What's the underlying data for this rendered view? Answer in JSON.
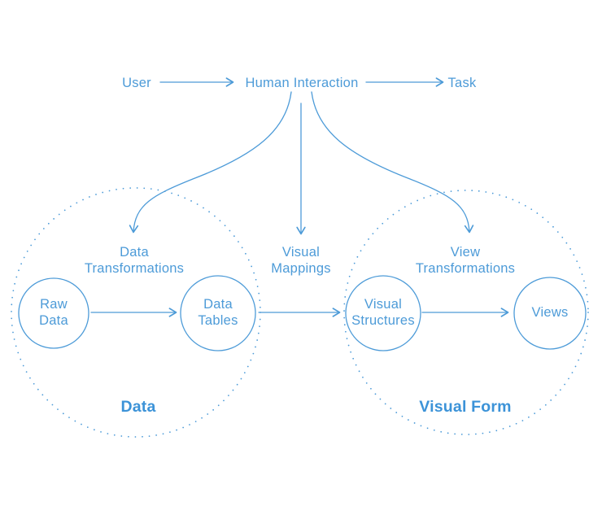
{
  "palette": {
    "line_blue": "#4d9bd8",
    "bold_blue": "#3c93d8",
    "background": "#ffffff"
  },
  "top_flow": {
    "user": "User",
    "human_interaction": "Human Interaction",
    "task": "Task"
  },
  "interaction_targets": {
    "data_transformations": {
      "line1": "Data",
      "line2": "Transformations"
    },
    "visual_mappings": {
      "line1": "Visual",
      "line2": "Mappings"
    },
    "view_transformations": {
      "line1": "View",
      "line2": "Transformations"
    }
  },
  "pipeline_nodes": {
    "raw_data": {
      "line1": "Raw",
      "line2": "Data"
    },
    "data_tables": {
      "line1": "Data",
      "line2": "Tables"
    },
    "visual_structures": {
      "line1": "Visual",
      "line2": "Structures"
    },
    "views": {
      "line1": "Views"
    }
  },
  "region_labels": {
    "data": "Data",
    "visual_form": "Visual Form"
  }
}
